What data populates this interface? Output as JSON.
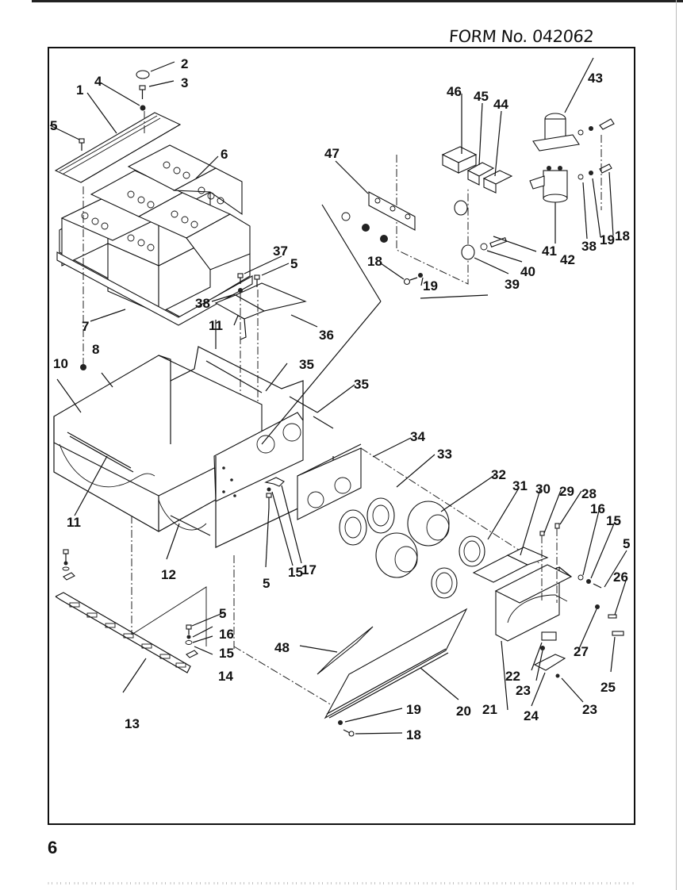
{
  "header": {
    "form_number": "FORM No. 042062"
  },
  "figure": {
    "description": "Exploded parts view — battery compartment and controls",
    "callouts": [
      {
        "id": "c1",
        "label": "1"
      },
      {
        "id": "c2",
        "label": "2"
      },
      {
        "id": "c3",
        "label": "3"
      },
      {
        "id": "c4",
        "label": "4"
      },
      {
        "id": "c5a",
        "label": "5"
      },
      {
        "id": "c6",
        "label": "6"
      },
      {
        "id": "c7",
        "label": "7"
      },
      {
        "id": "c8",
        "label": "8"
      },
      {
        "id": "c10",
        "label": "10"
      },
      {
        "id": "c11a",
        "label": "11"
      },
      {
        "id": "c11b",
        "label": "11"
      },
      {
        "id": "c12",
        "label": "12"
      },
      {
        "id": "c13",
        "label": "13"
      },
      {
        "id": "c14",
        "label": "14"
      },
      {
        "id": "c15a",
        "label": "15"
      },
      {
        "id": "c15b",
        "label": "15"
      },
      {
        "id": "c15c",
        "label": "15"
      },
      {
        "id": "c16a",
        "label": "16"
      },
      {
        "id": "c16b",
        "label": "16"
      },
      {
        "id": "c17",
        "label": "17"
      },
      {
        "id": "c18a",
        "label": "18"
      },
      {
        "id": "c18b",
        "label": "18"
      },
      {
        "id": "c18c",
        "label": "18"
      },
      {
        "id": "c19a",
        "label": "19"
      },
      {
        "id": "c19b",
        "label": "19"
      },
      {
        "id": "c19c",
        "label": "19"
      },
      {
        "id": "c20",
        "label": "20"
      },
      {
        "id": "c21",
        "label": "21"
      },
      {
        "id": "c22",
        "label": "22"
      },
      {
        "id": "c23a",
        "label": "23"
      },
      {
        "id": "c23b",
        "label": "23"
      },
      {
        "id": "c24",
        "label": "24"
      },
      {
        "id": "c25",
        "label": "25"
      },
      {
        "id": "c26",
        "label": "26"
      },
      {
        "id": "c27",
        "label": "27"
      },
      {
        "id": "c28",
        "label": "28"
      },
      {
        "id": "c29",
        "label": "29"
      },
      {
        "id": "c30",
        "label": "30"
      },
      {
        "id": "c31",
        "label": "31"
      },
      {
        "id": "c32",
        "label": "32"
      },
      {
        "id": "c33",
        "label": "33"
      },
      {
        "id": "c34",
        "label": "34"
      },
      {
        "id": "c35a",
        "label": "35"
      },
      {
        "id": "c35b",
        "label": "35"
      },
      {
        "id": "c36",
        "label": "36"
      },
      {
        "id": "c37",
        "label": "37"
      },
      {
        "id": "c38a",
        "label": "38"
      },
      {
        "id": "c38b",
        "label": "38"
      },
      {
        "id": "c39",
        "label": "39"
      },
      {
        "id": "c40",
        "label": "40"
      },
      {
        "id": "c41",
        "label": "41"
      },
      {
        "id": "c42",
        "label": "42"
      },
      {
        "id": "c43",
        "label": "43"
      },
      {
        "id": "c44",
        "label": "44"
      },
      {
        "id": "c45",
        "label": "45"
      },
      {
        "id": "c46",
        "label": "46"
      },
      {
        "id": "c47",
        "label": "47"
      },
      {
        "id": "c48",
        "label": "48"
      },
      {
        "id": "c5b",
        "label": "5"
      },
      {
        "id": "c5c",
        "label": "5"
      },
      {
        "id": "c5d",
        "label": "5"
      },
      {
        "id": "c5e",
        "label": "5"
      }
    ]
  },
  "footer": {
    "page_number": "6"
  }
}
